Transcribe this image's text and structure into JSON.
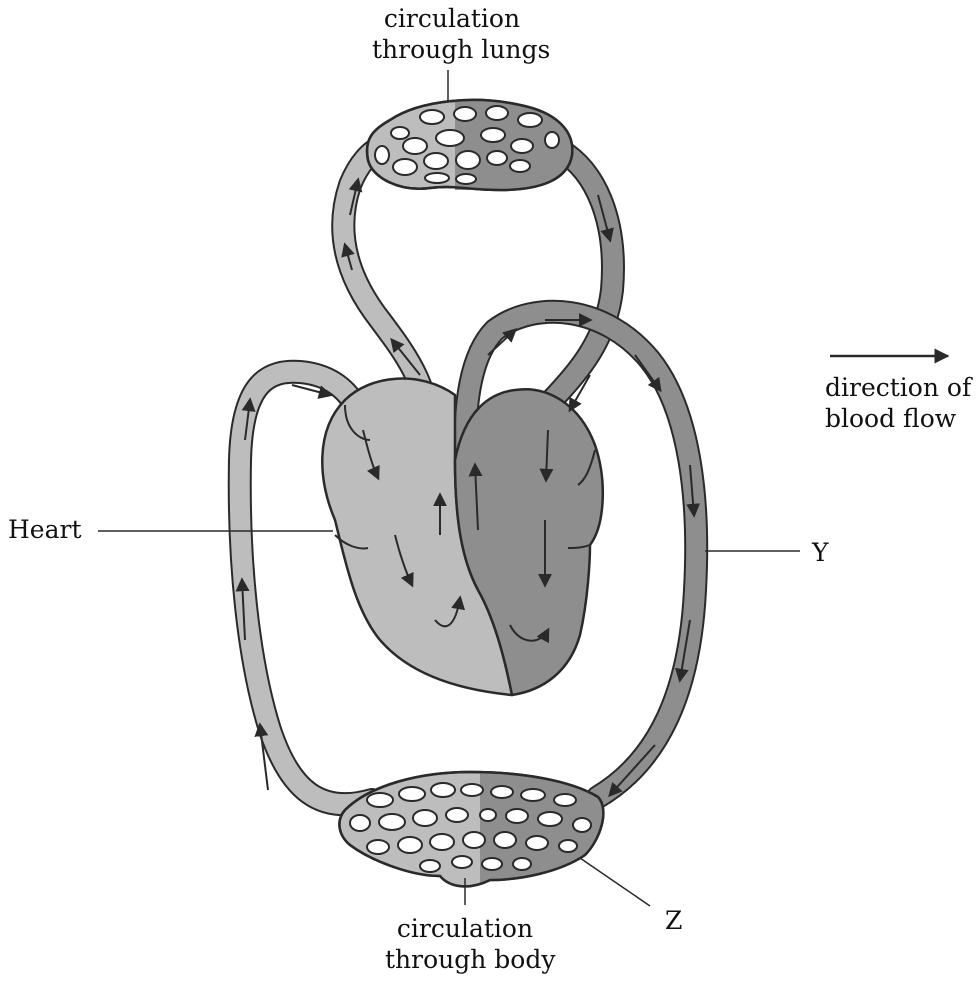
{
  "labels": {
    "lungs_line1": "circulation",
    "lungs_line2": "through lungs",
    "body_line1": "circulation",
    "body_line2": "through body",
    "heart": "Heart",
    "y": "Y",
    "z": "Z",
    "legend_line1": "direction of",
    "legend_line2": "blood flow"
  },
  "colors": {
    "outline": "#2a2a2a",
    "oxygenated_light": "#bdbdbd",
    "deoxygenated_dark": "#8e8e8e",
    "background": "#ffffff"
  }
}
